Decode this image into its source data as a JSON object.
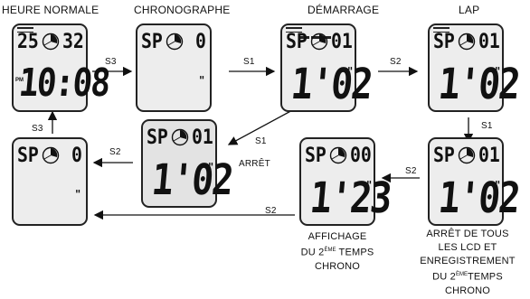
{
  "headings": {
    "normal_time": "HEURE NORMALE",
    "chronograph": "CHRONOGRAPHE",
    "start": "DÉMARRAGE",
    "lap": "LAP"
  },
  "buttons": {
    "s1_a": "S1",
    "s1_b": "S1",
    "s1_c": "S1",
    "s2_a": "S2",
    "s2_b": "S2",
    "s2_c": "S2",
    "s2_d": "S2",
    "s3_a": "S3",
    "s3_b": "S3"
  },
  "screens": {
    "normal_time": {
      "left": "25",
      "right": "32",
      "pm": "PM",
      "main": "10:08"
    },
    "chronograph": {
      "mode": "SP",
      "count": "0",
      "prime": "\""
    },
    "start": {
      "mode": "SP",
      "count": "01",
      "main": "1'02",
      "prime": "\""
    },
    "lap": {
      "mode": "SP",
      "count": "01",
      "main": "1'02",
      "prime": "\""
    },
    "stopped": {
      "mode": "SP",
      "count": "01",
      "main": "1'02",
      "prime": "\""
    },
    "reset": {
      "mode": "SP",
      "count": "0",
      "prime": "\""
    },
    "second_time": {
      "mode": "SP",
      "count": "00",
      "main": "1'23",
      "prime": "\""
    },
    "all_stop": {
      "mode": "SP",
      "count": "01",
      "main": "1'02",
      "prime": "\""
    }
  },
  "captions": {
    "stop": "ARRÊT",
    "second_display": {
      "line1": "AFFICHAGE",
      "line2_pre": "DU 2",
      "line2_sup": "ÈME",
      "line2_post": " TEMPS",
      "line3": "CHRONO"
    },
    "all_stop": {
      "line1": "ARRÊT DE TOUS",
      "line2": "LES LCD ET",
      "line3": "ENREGISTREMENT",
      "line4_pre": "DU 2",
      "line4_sup": "ÈME",
      "line4_post": "TEMPS",
      "line5": "CHRONO"
    }
  },
  "icons": [
    "dial-icon",
    "pm-indicator",
    "lap-marker-icon",
    "segment-bar-icon"
  ]
}
